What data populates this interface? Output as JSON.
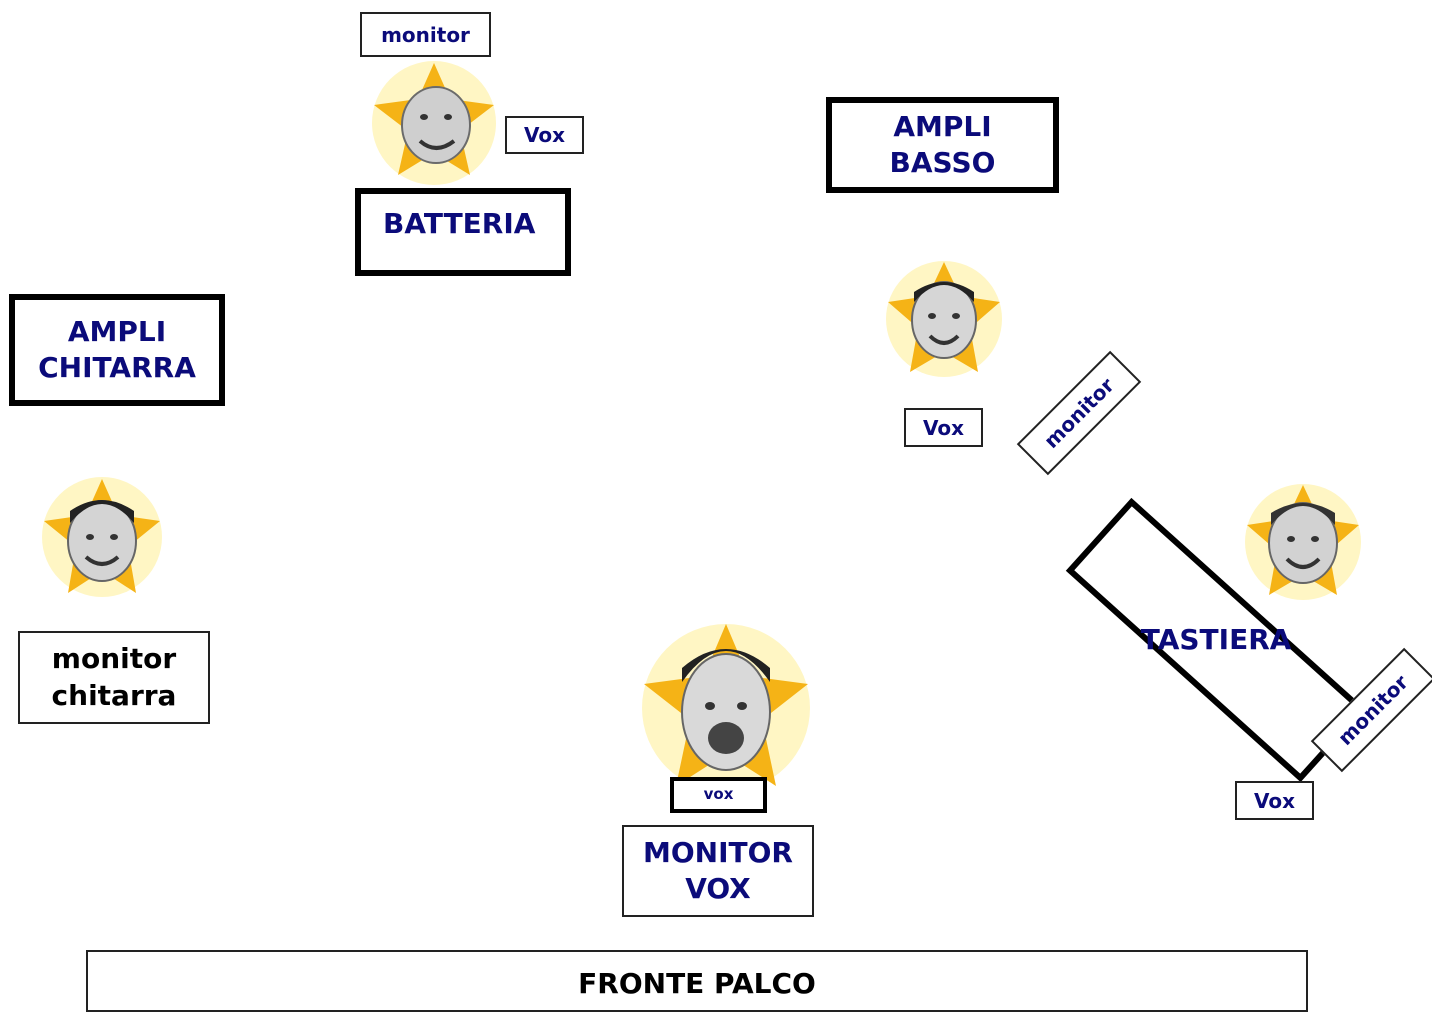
{
  "labels": {
    "drum_monitor": "monitor",
    "drum_vox": "Vox",
    "drums": "BATTERIA",
    "bass_amp": "AMPLI\nBASSO",
    "guitar_amp": "AMPLI\nCHITARRA",
    "bass_vox": "Vox",
    "bass_monitor": "monitor",
    "guitar_monitor": "monitor\nchitarra",
    "lead_vox": "vox",
    "lead_monitor": "MONITOR\nVOX",
    "keyboard": "TASTIERA",
    "keys_monitor": "monitor",
    "keys_vox": "Vox",
    "stage_front": "FRONTE PALCO"
  },
  "colors": {
    "label_text": "#0b0b7a",
    "star": "#f5b316",
    "glow": "#fff6c4"
  }
}
